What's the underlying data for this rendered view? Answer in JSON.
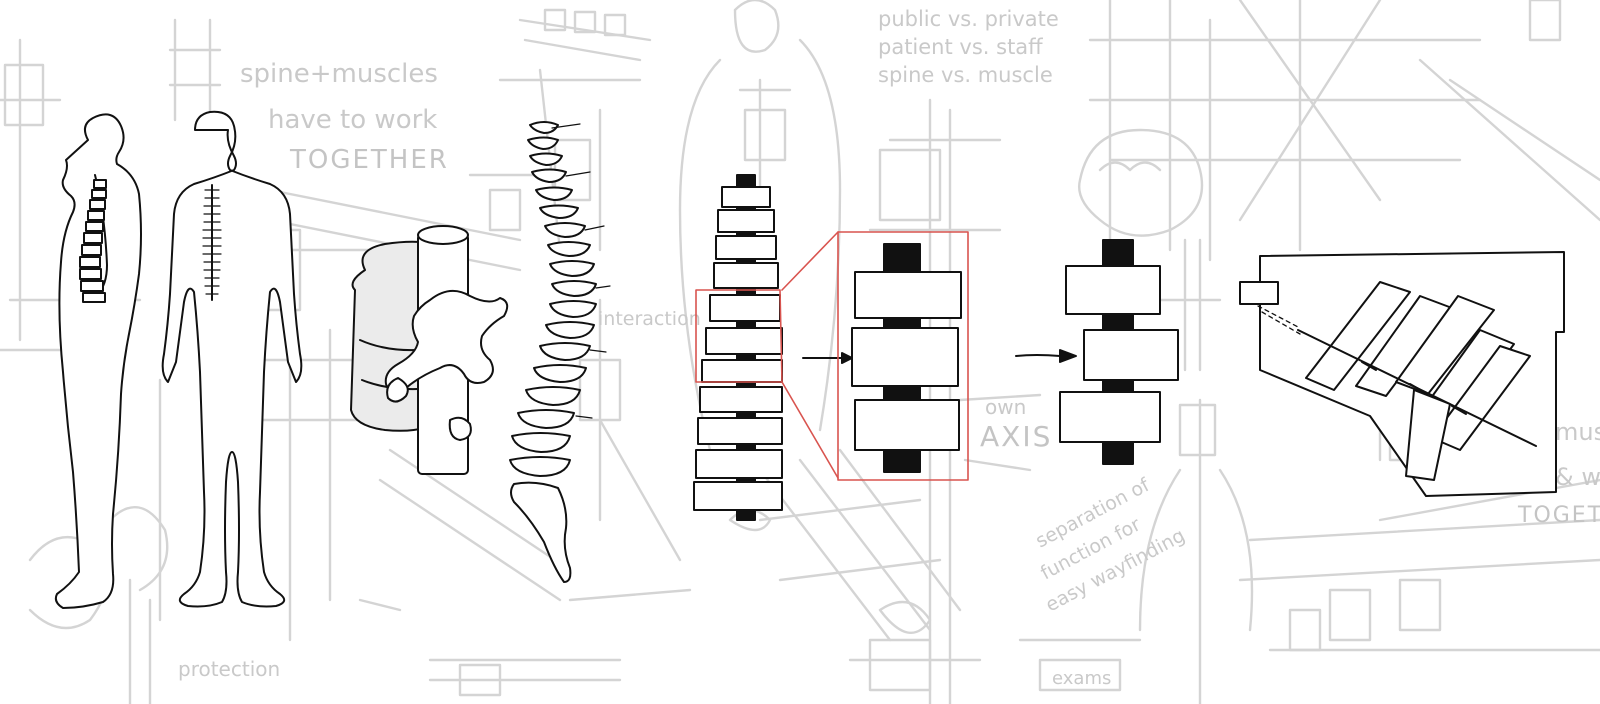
{
  "sketch_notes": {
    "spine_muscles": "spine+muscles",
    "have_to_work": "have to work",
    "together": "TOGETHER",
    "public_private": "public vs. private",
    "patient_staff": "patient vs. staff",
    "spine_muscle": "spine vs. muscle",
    "interaction": "interaction",
    "own": "own",
    "axis": "AXIS",
    "separation": "separation of",
    "function_for": "function for",
    "easy_wayfinding": "easy wayfinding",
    "protection": "protection",
    "exams": "exams",
    "muscles_right": "muscl",
    "w_right": "& w",
    "together_right": "TOGETHE"
  },
  "colors": {
    "ink": "#111111",
    "sketch_grey": "#d4d4d4",
    "highlight_red": "#d9544f"
  },
  "diagram": {
    "stages": [
      "human-figures",
      "vertebra-model",
      "spine-column",
      "abstract-spine",
      "zoomed-segment",
      "simplified-segment",
      "floor-plan"
    ]
  }
}
